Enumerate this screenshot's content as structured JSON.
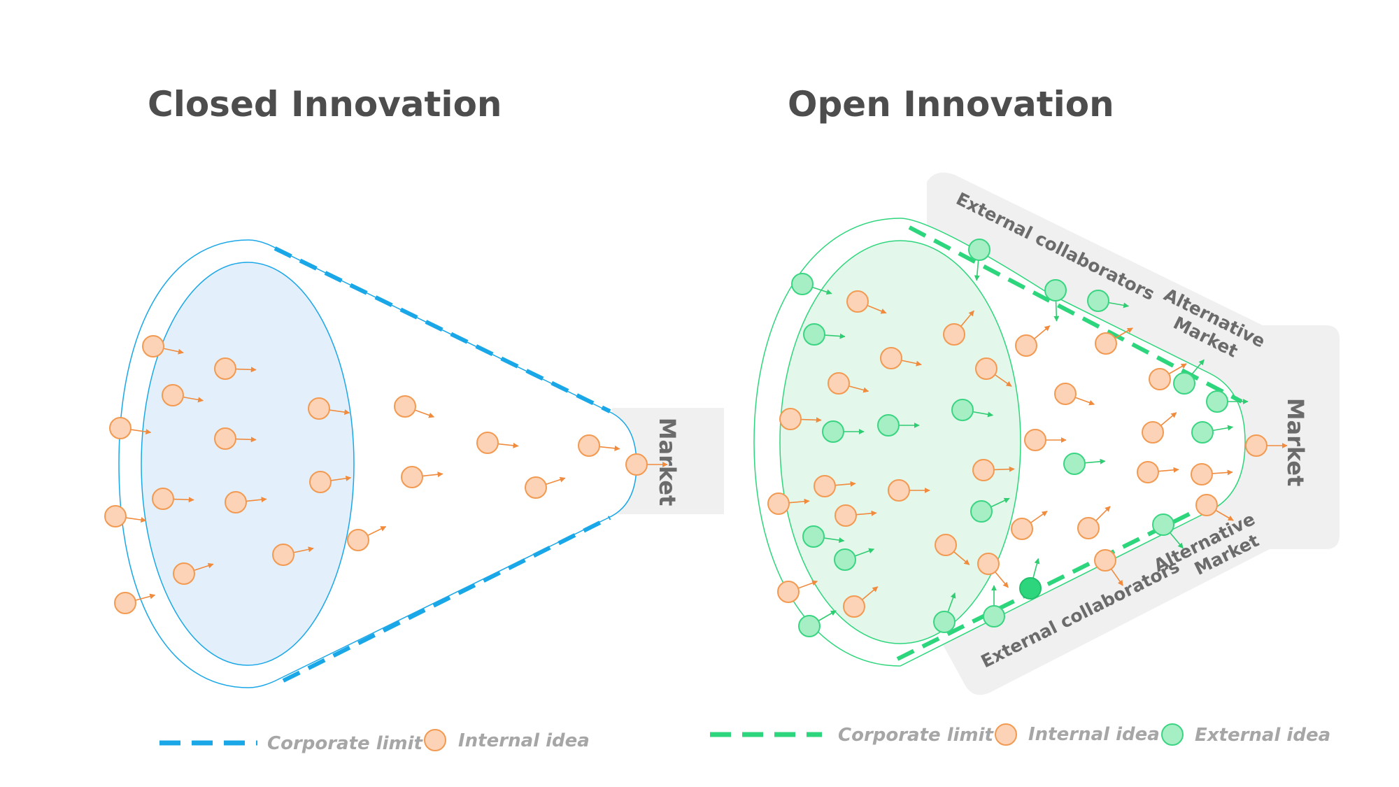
{
  "closed": {
    "title": "Closed Innovation",
    "market_label": "Market",
    "legend": {
      "limit_label": "Corporate limit",
      "internal_label": "Internal idea"
    }
  },
  "open": {
    "title": "Open Innovation",
    "collab_top": "External collaborators",
    "collab_bottom": "External collaborators",
    "alt_market_top": [
      "Alternative",
      "Market"
    ],
    "alt_market_bottom": [
      "Alternative",
      "Market"
    ],
    "market_label": "Market",
    "legend": {
      "limit_label": "Corporate limit",
      "internal_label": "Internal idea",
      "external_label": "External idea"
    }
  },
  "colors": {
    "blue": "#1aa7e8",
    "blue_fill": "#e3f0fb",
    "green": "#2dd67c",
    "green_fill": "#e3f7ea",
    "orange_fill": "#fcd3b6",
    "orange_stroke": "#f29a52",
    "orange_arrow": "#f08a3c",
    "green_idea_fill": "#a6eec4",
    "green_idea_stroke": "#3ad582",
    "green_arrow": "#2fcc72",
    "gray_band": "#f0f0f0"
  },
  "icons": {
    "internal_idea": "orange-circle-icon",
    "external_idea": "green-circle-icon"
  }
}
